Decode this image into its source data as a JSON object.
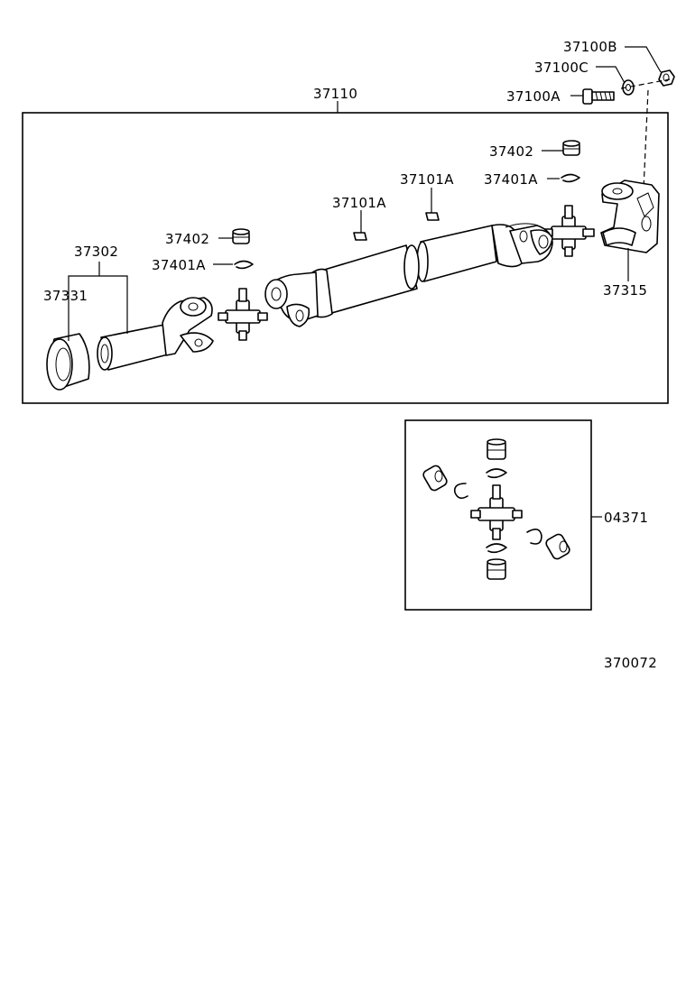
{
  "labels": {
    "p37100B": "37100B",
    "p37100C": "37100C",
    "p37100A": "37100A",
    "p37110": "37110",
    "p37402_right": "37402",
    "p37401A_right": "37401A",
    "p37101A_upper": "37101A",
    "p37101A_lower": "37101A",
    "p37402_left": "37402",
    "p37401A_left": "37401A",
    "p37302": "37302",
    "p37331": "37331",
    "p37315": "37315",
    "p04371": "04371",
    "diagram_code": "370072"
  }
}
